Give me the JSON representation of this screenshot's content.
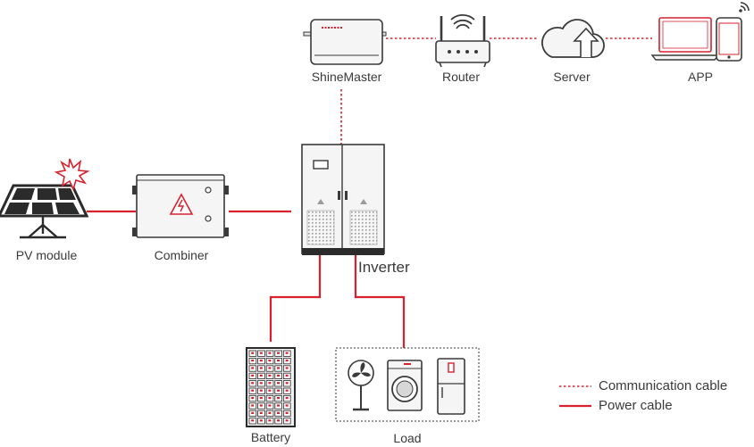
{
  "labels": {
    "shinemaster": "ShineMaster",
    "router": "Router",
    "server": "Server",
    "app": "APP",
    "pv_module": "PV module",
    "combiner": "Combiner",
    "inverter": "Inverter",
    "battery": "Battery",
    "load": "Load"
  },
  "legend": {
    "communication": "Communication cable",
    "power": "Power cable"
  },
  "colors": {
    "accent": "#d9212e",
    "device_stroke": "#3a3a3a",
    "device_fill": "#f5f5f5",
    "dark": "#2b2b2b"
  },
  "icons": {
    "shinemaster": "datalogger-icon",
    "router": "wifi-router-icon",
    "server": "cloud-upload-icon",
    "app": "laptop-phone-icon",
    "pv": "solar-panel-icon",
    "combiner": "combiner-box-icon",
    "inverter": "inverter-cabinet-icon",
    "battery": "battery-rack-icon",
    "load": "appliances-icon"
  }
}
